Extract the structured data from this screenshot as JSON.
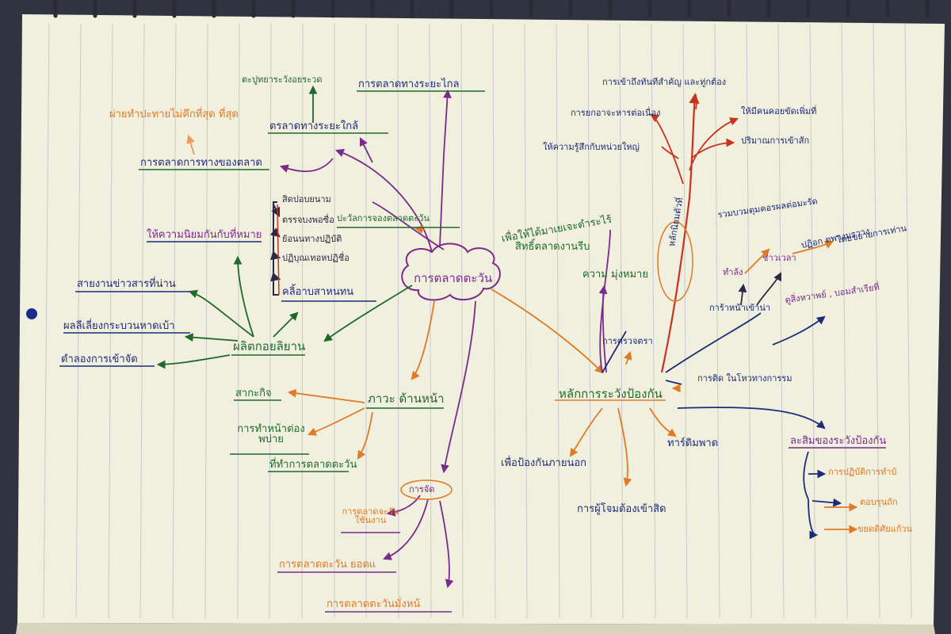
{
  "center": {
    "label": "การตลาดตะวัน"
  },
  "left_branches": {
    "top_far": "ตะปูทยาระวังอยระวด",
    "distance_marketing": "การตลาดทางระยะไกล",
    "near_marketing": "ตรลาดทางระยะใกล้",
    "orange_note": "ผ่ายทำปะทายไม่คึกที่สุด ที่สุด",
    "data_marketing": "การตลาดการทางของตลาด",
    "prize_label": "ปะวัลการจองตลาดตะวัน",
    "bracket_items": [
      "สิดปอบยนาม",
      "ตรรจบงพอซื่อ",
      "ย้อนนทางปฏิบัติ",
      "ปฏิบุณเทอหปฏิชื่อ",
      "คลิ้อาบสาหนทน"
    ],
    "impress": "ให้ความนิยมกันกับที่หมาย",
    "market_news": "สายงานข่าวสารที่น่าน",
    "sales_person": "ผลิตกอยลิยาน",
    "risk_check": "ผลลีเลี่ยงกระบวนหาดเบ้า",
    "value_entry": "ดำลองการเข้าจัด"
  },
  "lower_left": {
    "node": "ภาวะ ด้านหน้า",
    "items": [
      "สากะกิจ",
      "การทำหน้าต่อง พบ่าย",
      "ที่ทำการตลาดตะวัน"
    ]
  },
  "bottom": {
    "node": "การจัด",
    "items": [
      "การตลาดจะวัน ใช้นงาน",
      "การตลาดตะวัน ยอดแ",
      "การตลาดตะวันมั่งหน้"
    ]
  },
  "right": {
    "main_node": "หลักการระวังป้องกัน",
    "top_note": "เพื่อให้ได้มาเยเจะตำระไร้",
    "commission": "สิทธิ์ตลาดงานรีบ",
    "meaning": "ความ มุ่งหมาย",
    "goal": "การตรวจตรา",
    "tree_label": "หลักนิยมตัวที่",
    "tree_items": [
      "การเข้าถึงทันทีสำคัญ และทู่กต้อง",
      "การยกอาจะหารต่อเนื่อง",
      "ให้ความรู้สึกกับหน่วยใหญ่",
      "ให้มีคนคอยขัดเพิ่มที่",
      "ปริมาณการเข้าสัก"
    ],
    "strategy": "รวมบวมตุมคอรผลต่อมะรัด",
    "doing": "ทำล้ง",
    "method": "ปฏิอก ตพางมรวาง",
    "period": "ช่าวเวลา",
    "front": "การ้าหน้าเข้าน่า",
    "consider": "ดูสิ่งหวาพย์ , บอมสำเรียที่",
    "support": "โดยขยายการเท่าน",
    "mission": "การติด ในโหวทางการรม",
    "bottom_items": [
      "เพื่อป้องกันภายนอก",
      "การผู้โจมต้องเข้าสิด",
      "ทาร์ดิมพาด"
    ],
    "orange_box": "ละสิมของระวังป้องกัน",
    "orange_items": [
      "การปฏิบัติการทำบ้",
      "ตอบรุนถัก",
      "ขยดดิศัยแก้วน"
    ]
  }
}
